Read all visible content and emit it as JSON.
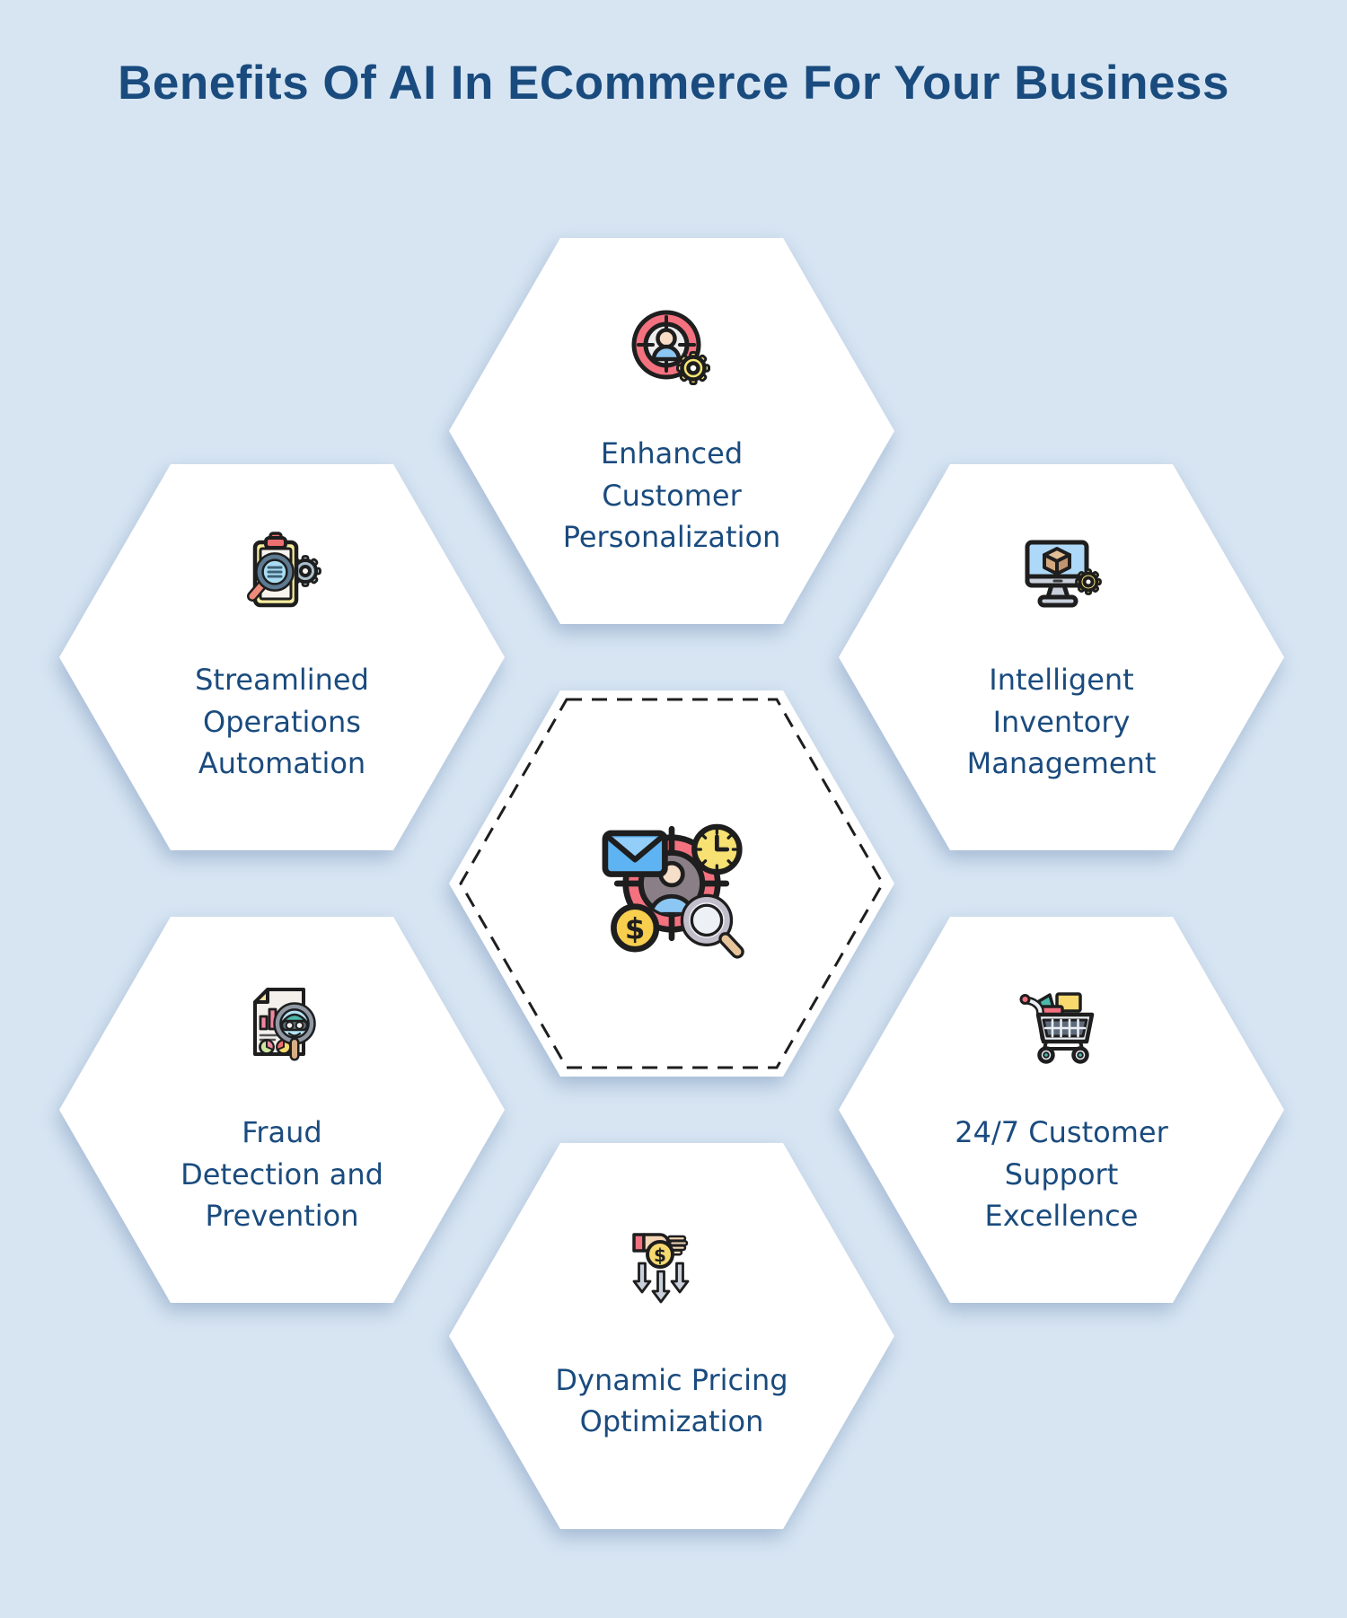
{
  "title": "Benefits Of AI In ECommerce For Your Business",
  "colors": {
    "background": "#D7E5F3",
    "card": "#FFFFFF",
    "text": "#1A4B7E",
    "outline": "#1E1E1E",
    "accent_red": "#F4717F",
    "accent_yellow": "#F7D96E",
    "accent_blue": "#8CC6F2"
  },
  "center": {
    "icon": "customer-targeting-marketing-icon"
  },
  "benefits": [
    {
      "id": "enhanced-customer-personalization",
      "position": "top",
      "icon": "customer-target-gear-icon",
      "label": "Enhanced\nCustomer\nPersonalization"
    },
    {
      "id": "intelligent-inventory-management",
      "position": "upper-right",
      "icon": "monitor-inventory-gear-icon",
      "label": "Intelligent\nInventory\nManagement"
    },
    {
      "id": "customer-support-excellence",
      "position": "lower-right",
      "icon": "shopping-cart-icon",
      "label": "24/7 Customer\nSupport\nExcellence"
    },
    {
      "id": "dynamic-pricing-optimization",
      "position": "bottom",
      "icon": "price-drop-hand-coin-icon",
      "label": "Dynamic Pricing\nOptimization"
    },
    {
      "id": "fraud-detection-prevention",
      "position": "lower-left",
      "icon": "fraud-analysis-magnifier-icon",
      "label": "Fraud\nDetection and\nPrevention"
    },
    {
      "id": "streamlined-operations-automation",
      "position": "upper-left",
      "icon": "clipboard-audit-gear-icon",
      "label": "Streamlined\nOperations\nAutomation"
    }
  ]
}
